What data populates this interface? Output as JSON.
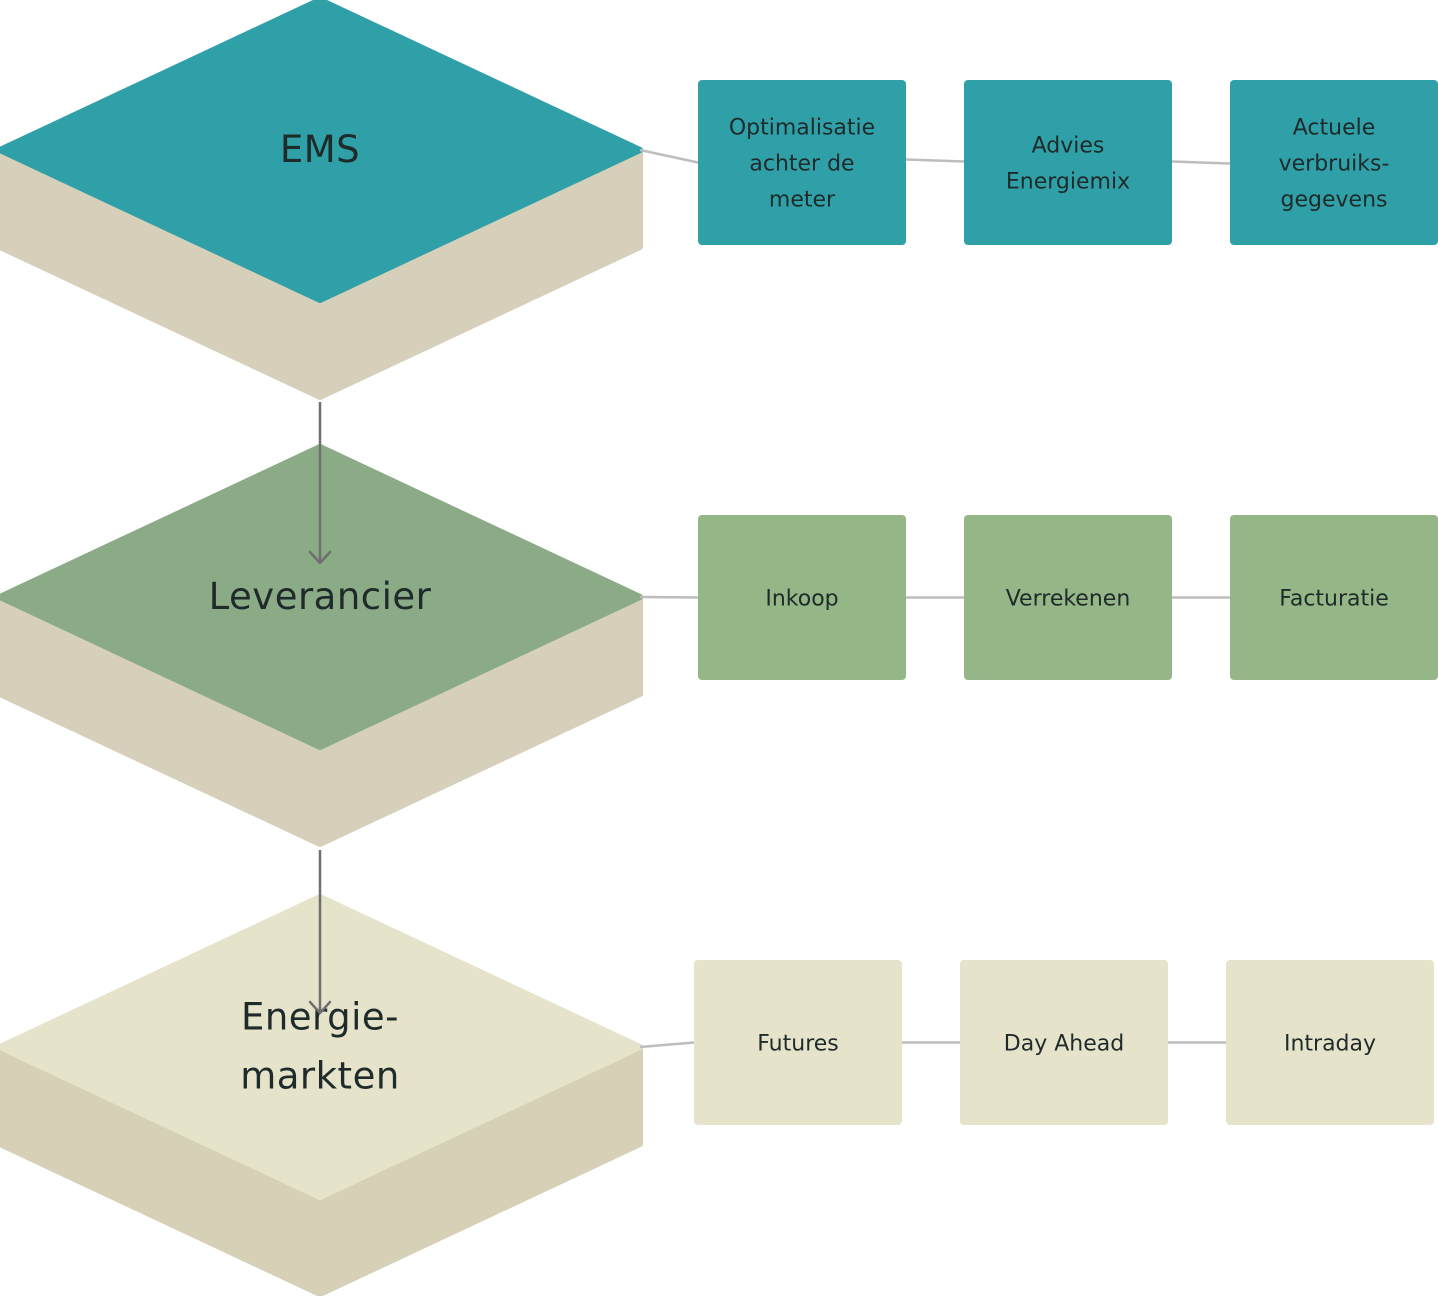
{
  "layers": [
    {
      "label_lines": [
        "EMS"
      ],
      "colors": {
        "top": "#2fa0a8",
        "side": "#d6d0bb",
        "box": "#2fa0a8"
      },
      "boxes": [
        {
          "label_lines": [
            "Optimalisatie",
            "achter de",
            "meter"
          ]
        },
        {
          "label_lines": [
            "Advies",
            "Energiemix"
          ]
        },
        {
          "label_lines": [
            "Actuele",
            "verbruiks-",
            "gegevens"
          ]
        }
      ]
    },
    {
      "label_lines": [
        "Leverancier"
      ],
      "colors": {
        "top": "#8bab87",
        "side": "#d6d0bb",
        "box": "#95b686"
      },
      "boxes": [
        {
          "label_lines": [
            "Inkoop"
          ]
        },
        {
          "label_lines": [
            "Verrekenen"
          ]
        },
        {
          "label_lines": [
            "Facturatie"
          ]
        }
      ]
    },
    {
      "label_lines": [
        "Energie-",
        "markten"
      ],
      "colors": {
        "top": "#e5e4cb",
        "side": "#d6d0b7",
        "box": "#e5e4cb"
      },
      "boxes": [
        {
          "label_lines": [
            "Futures"
          ]
        },
        {
          "label_lines": [
            "Day Ahead"
          ]
        },
        {
          "label_lines": [
            "Intraday"
          ]
        }
      ]
    }
  ],
  "colors": {
    "connector": "#bdbdbd",
    "arrow": "#6f6f6f"
  }
}
